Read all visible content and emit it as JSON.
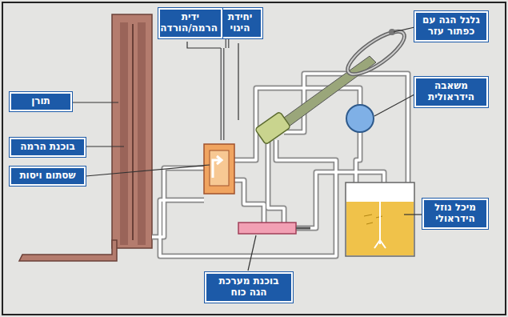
{
  "diagram": {
    "nodes": [
      {
        "text": [
          "גלגל הגה עם כפתור עזר"
        ]
      },
      {
        "text": [
          "יחידת היגוי"
        ]
      },
      {
        "text": [
          "ידית הרמה/הורדה"
        ]
      },
      {
        "text": [
          "תורן"
        ]
      },
      {
        "text": [
          "משאבה הידראולית"
        ]
      },
      {
        "text": [
          "בוכנת הרמה"
        ]
      },
      {
        "text": [
          "שסתום ויסות"
        ]
      },
      {
        "text": [
          "מיכל נוזל הידראולי"
        ]
      },
      {
        "text": [
          "בוכנת מערכת הגה כוח"
        ]
      }
    ]
  }
}
